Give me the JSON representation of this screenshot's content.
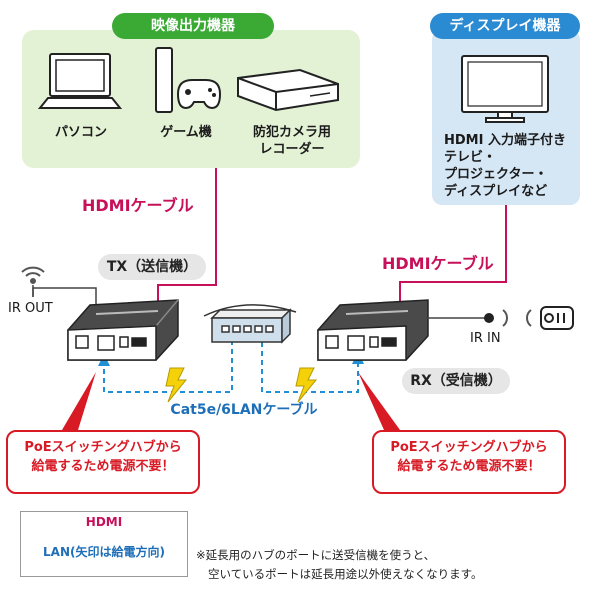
{
  "source_group": {
    "title": "映像出力機器",
    "devices": [
      "パソコン",
      "ゲーム機",
      "防犯カメラ用",
      "レコーダー"
    ]
  },
  "display_group": {
    "title": "ディスプレイ機器",
    "description_lines": [
      "HDMI 入力端子付き",
      "テレビ・",
      "プロジェクター・",
      "ディスプレイなど"
    ]
  },
  "hdmi_cable_left": "HDMIケーブル",
  "hdmi_cable_right": "HDMIケーブル",
  "tx_label": "TX（送信機）",
  "rx_label": "RX（受信機）",
  "ir_out": "IR OUT",
  "ir_in": "IR IN",
  "lan_cable": "Cat5e/6LANケーブル",
  "callout_left": [
    "PoEスイッチングハブから",
    "給電するため電源不要！"
  ],
  "callout_right": [
    "PoEスイッチングハブから",
    "給電するため電源不要！"
  ],
  "legend": {
    "hdmi": "HDMI",
    "lan": "LAN(矢印は給電方向)"
  },
  "note_lines": [
    "※延長用のハブのポートに送受信機を使うと、",
    "空いているポートは延長用途以外使えなくなります。"
  ],
  "colors": {
    "hdmi_line": "#c8105a",
    "lan_line": "#1f8fd6",
    "power_bolt": "#f5d10a",
    "callout_red": "#d81a25",
    "source_bg": "#e3f1d5",
    "display_bg": "#d5e6f5"
  },
  "icons": [
    "laptop-icon",
    "game-console-icon",
    "dvr-recorder-icon",
    "tv-icon",
    "switching-hub-icon",
    "transmitter-icon",
    "receiver-icon",
    "wifi-icon",
    "remote-sensor-icon",
    "bolt-icon"
  ]
}
